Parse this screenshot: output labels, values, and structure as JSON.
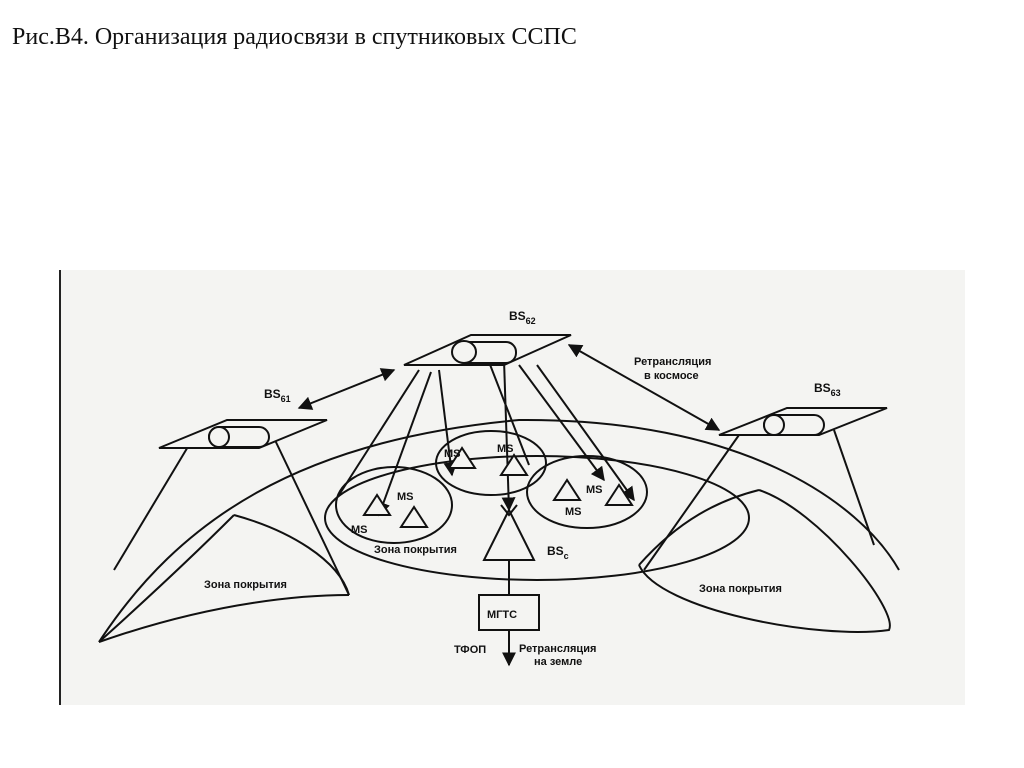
{
  "caption": "Рис.В4. Организация радиосвязи в спутниковых ССПС",
  "diagram": {
    "satellites": [
      {
        "label": "BS",
        "sub": "61"
      },
      {
        "label": "BS",
        "sub": "62"
      },
      {
        "label": "BS",
        "sub": "63"
      }
    ],
    "space_relay": [
      "Ретрансляция",
      "в космосе"
    ],
    "coverage_zone": "Зона покрытия",
    "ms": "MS",
    "base_station": {
      "label": "BS",
      "sub": "c"
    },
    "switch": "МГТС",
    "pstn": "ТФОП",
    "ground_relay": [
      "Ретрансляция",
      "на земле"
    ]
  }
}
